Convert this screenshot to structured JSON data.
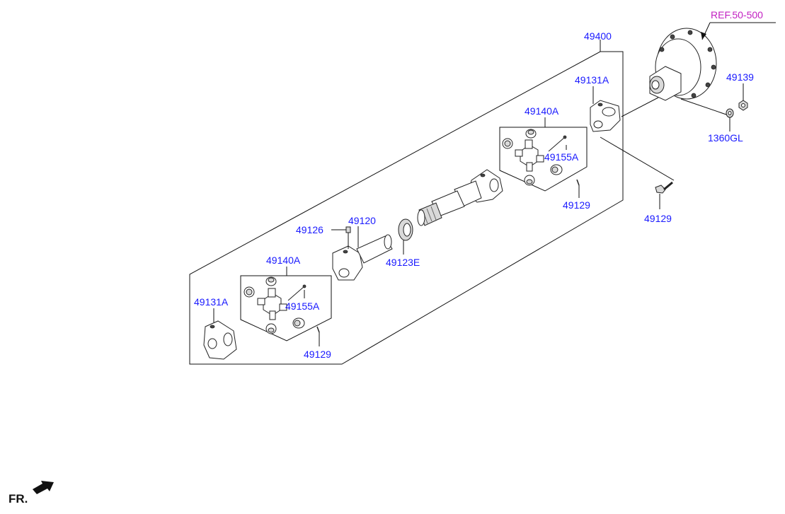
{
  "ref_label": "REF.50-500",
  "fr_label": "FR.",
  "part_numbers": {
    "assembly": "49400",
    "yoke_top": "49131A",
    "yoke_bottom": "49131A",
    "uj_kit_top": "49140A",
    "uj_kit_bottom": "49140A",
    "grease_top": "49155A",
    "grease_bottom": "49155A",
    "bolt_top": "49129",
    "bolt_bottom": "49129",
    "bolt_right": "49129",
    "nut": "49139",
    "washer": "1360GL",
    "shaft_front": "49120",
    "fitting": "49126",
    "seal": "49123E"
  },
  "colors": {
    "label": "#1a1aff",
    "reference": "#c21fc2",
    "line": "#111111"
  }
}
